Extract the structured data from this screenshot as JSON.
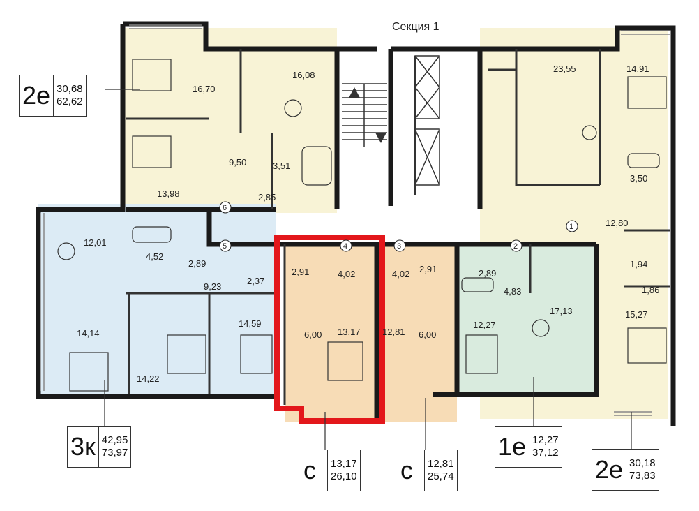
{
  "section_title": "Секция 1",
  "colors": {
    "yellow": "#f8f3d6",
    "blue": "#dcebf5",
    "green": "#d9ebde",
    "orange": "#f7dcb6",
    "selected": "#e3171b",
    "wall": "#1a1a1a"
  },
  "badges": {
    "a2e_left": {
      "type": "2е",
      "area1": "30,68",
      "area2": "62,62"
    },
    "a3k": {
      "type": "3к",
      "area1": "42,95",
      "area2": "73,97"
    },
    "s_sel": {
      "type": "с",
      "area1": "13,17",
      "area2": "26,10"
    },
    "s2": {
      "type": "с",
      "area1": "12,81",
      "area2": "25,74"
    },
    "a1e": {
      "type": "1е",
      "area1": "12,27",
      "area2": "37,12"
    },
    "a2e_right": {
      "type": "2е",
      "area1": "30,18",
      "area2": "73,83"
    }
  },
  "rooms": {
    "r1670": "16,70",
    "r1608": "16,08",
    "r950": "9,50",
    "r351": "3,51",
    "r1398": "13,98",
    "r285": "2,85",
    "r2355": "23,55",
    "r1491": "14,91",
    "r350": "3,50",
    "r1280": "12,80",
    "r194": "1,94",
    "r186": "1,86",
    "r1527": "15,27",
    "r1201": "12,01",
    "r452": "4,52",
    "r289a": "2,89",
    "r923": "9,23",
    "r237": "2,37",
    "r1414": "14,14",
    "r1422": "14,22",
    "r1459": "14,59",
    "r291a": "2,91",
    "r402a": "4,02",
    "r600a": "6,00",
    "r1317": "13,17",
    "r402b": "4,02",
    "r291b": "2,91",
    "r1281": "12,81",
    "r600b": "6,00",
    "r289b": "2,89",
    "r483": "4,83",
    "r1713": "17,13",
    "r1227": "12,27"
  },
  "markers": {
    "m1": "1",
    "m2": "2",
    "m3": "3",
    "m4": "4",
    "m5": "5",
    "m6": "6"
  }
}
